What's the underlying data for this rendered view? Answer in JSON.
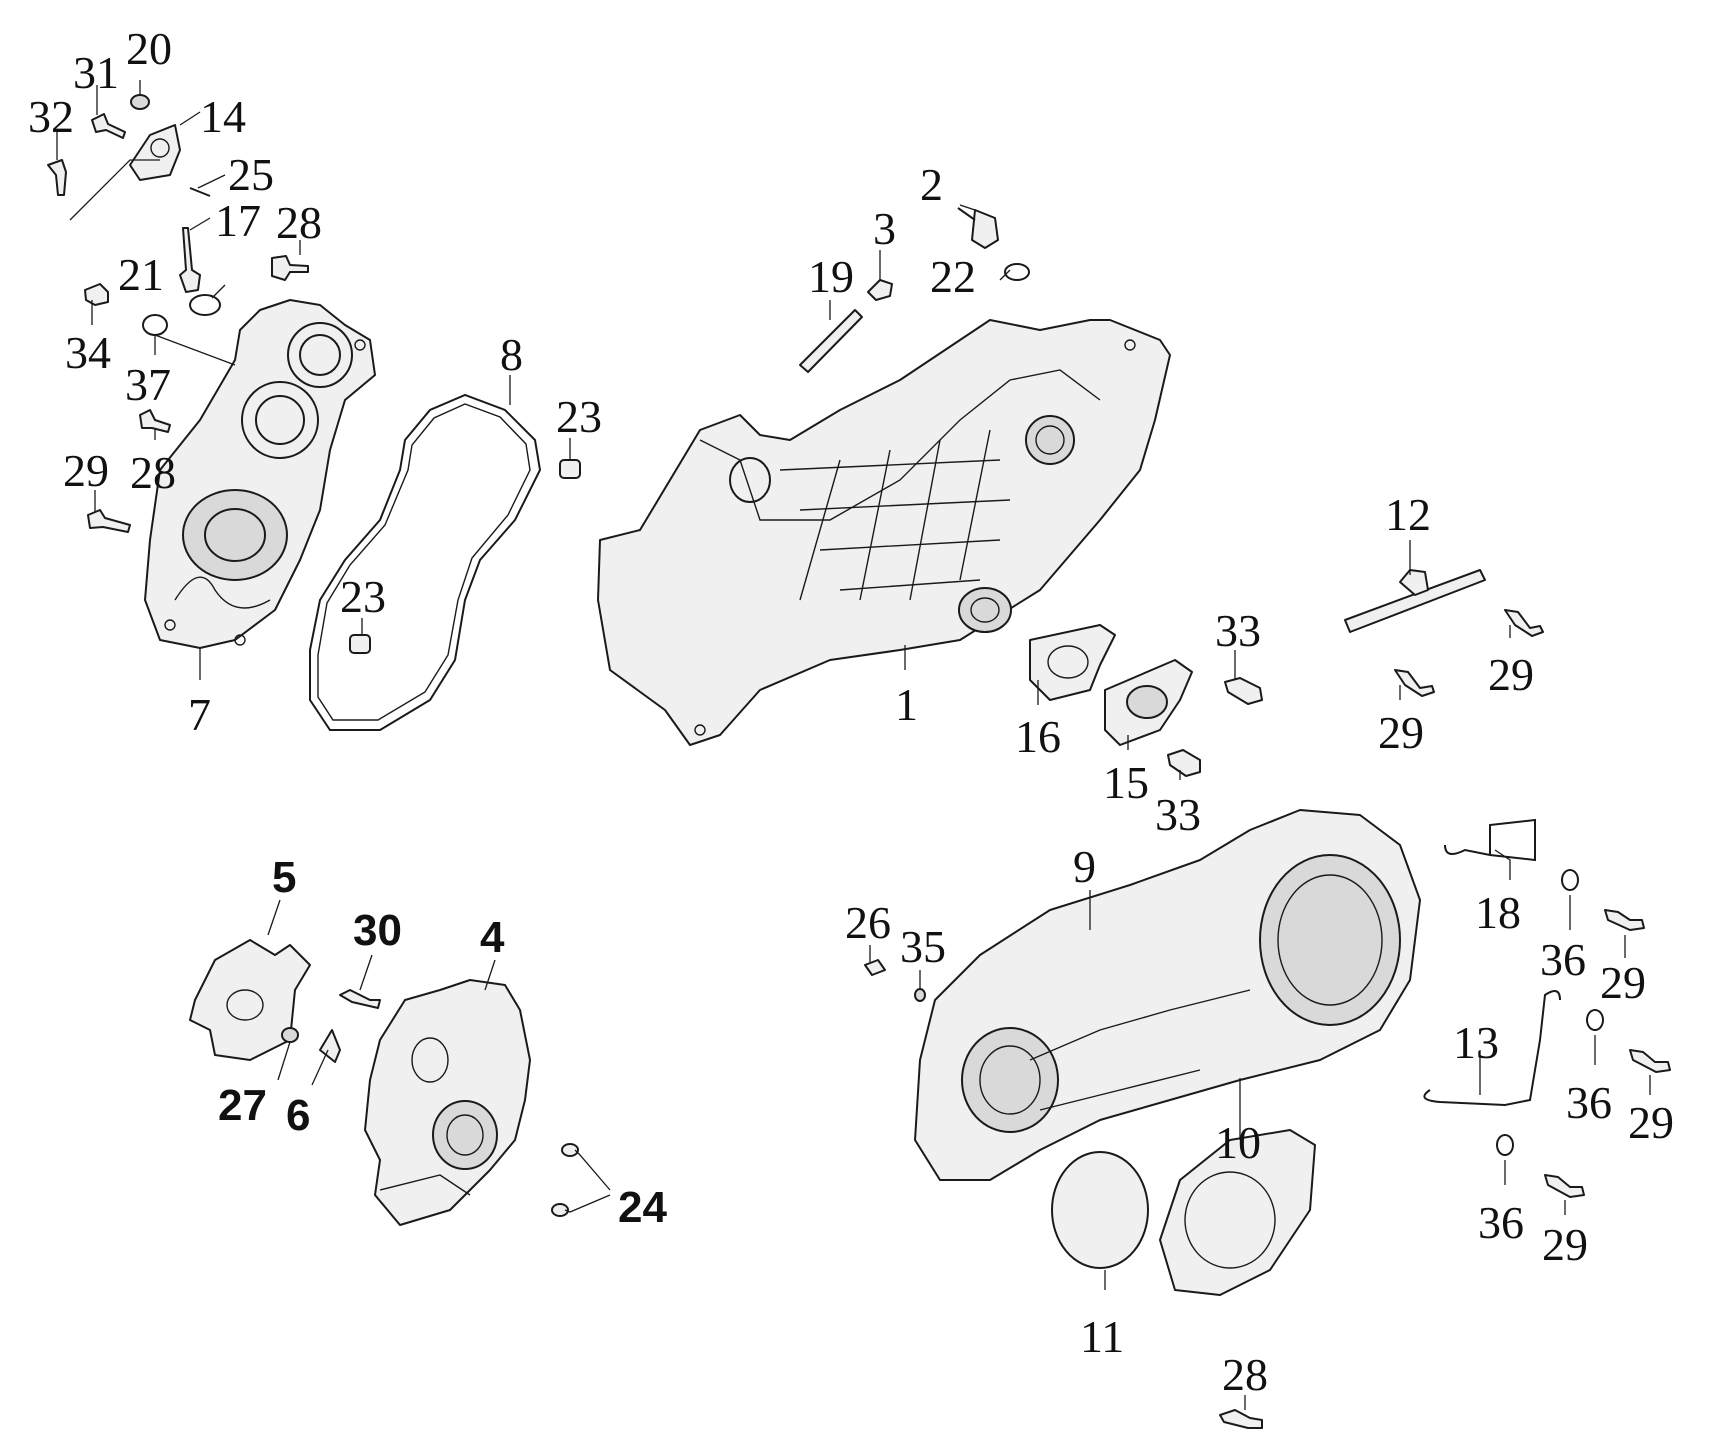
{
  "diagram": {
    "callouts": [
      "20",
      "31",
      "32",
      "14",
      "25",
      "17",
      "28",
      "21",
      "34",
      "37",
      "28",
      "29",
      "7",
      "8",
      "23",
      "23",
      "19",
      "3",
      "2",
      "22",
      "1",
      "12",
      "33",
      "29",
      "29",
      "16",
      "15",
      "33",
      "5",
      "30",
      "4",
      "27",
      "6",
      "24",
      "9",
      "26",
      "35",
      "18",
      "36",
      "29",
      "13",
      "36",
      "29",
      "10",
      "36",
      "29",
      "11",
      "28"
    ]
  }
}
